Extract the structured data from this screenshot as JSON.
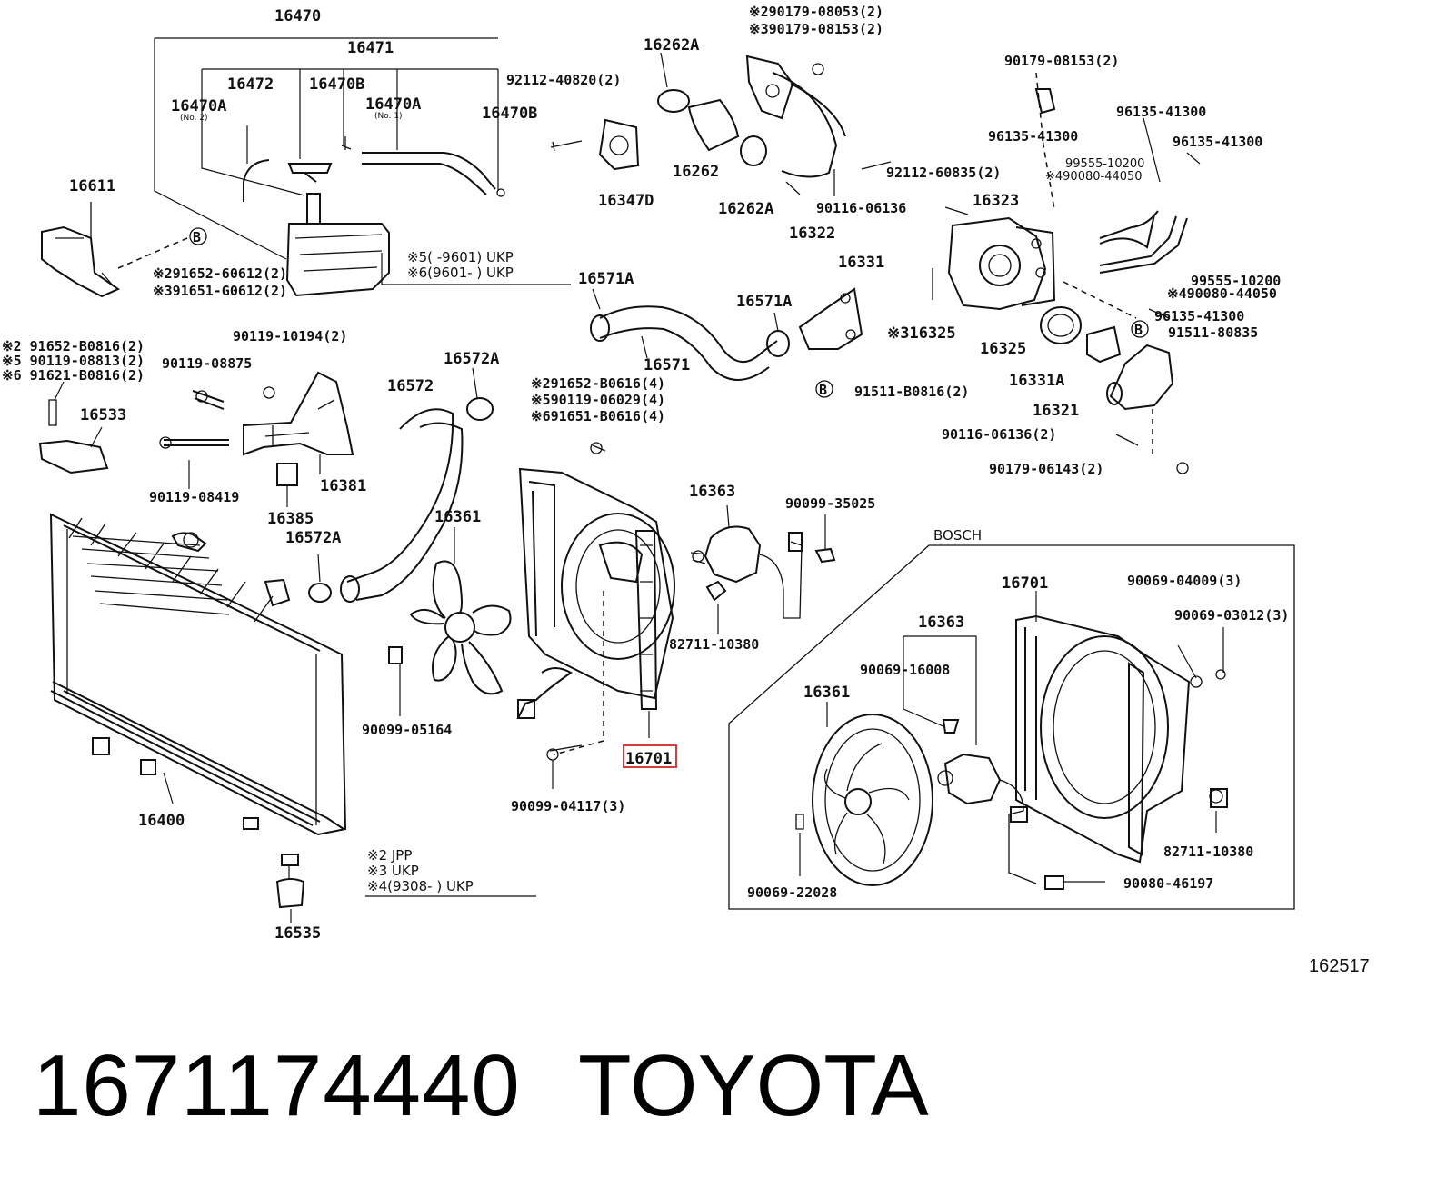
{
  "labels": {
    "l16470": "16470",
    "l16471": "16471",
    "l16472": "16472",
    "l16470B_a": "16470B",
    "l16470A_a": "16470A",
    "l16470A_a_note": "(No. 2)",
    "l16470A_b": "16470A",
    "l16470A_b_note": "(No. 1)",
    "l16470B_b": "16470B",
    "l92112_40820": "92112-40820(2)",
    "l16262A_a": "16262A",
    "l90179_08053": "※290179-08053(2)",
    "l90179_08153_a": "※390179-08153(2)",
    "l16262": "16262",
    "l16347D": "16347D",
    "l16262A_b": "16262A",
    "l90116_06136_a": "90116-06136",
    "l16322": "16322",
    "l92112_60835": "92112-60835(2)",
    "l16323": "16323",
    "l90179_08153_b": "90179-08153(2)",
    "l96135_41300_a": "96135-41300",
    "l96135_41300_b": "96135-41300",
    "l96135_41300_c": "96135-41300",
    "l99555_10200_a": "99555-10200",
    "l90080_44050_a": "※490080-44050",
    "l99555_10200_b": "99555-10200",
    "l90080_44050_b": "※490080-44050",
    "l96135_41300_d": "96135-41300",
    "l91511_80835": "91511-80835",
    "l16611": "16611",
    "l91652_60612": "※291652-60612(2)",
    "l91651_G0612": "※391651-G0612(2)",
    "l_note5": "※5(      -9601) UKP",
    "l_note6": "※6(9601-       ) UKP",
    "l16571A_a": "16571A",
    "l16571A_b": "16571A",
    "l16331": "16331",
    "l16571": "16571",
    "l16325_a": "※316325",
    "l16325_b": "16325",
    "l16331A": "16331A",
    "l91511_B0816": "91511-B0816(2)",
    "l16321": "16321",
    "l90116_06136_b": "90116-06136(2)",
    "l90179_06143": "90179-06143(2)",
    "l91652_B0816": "※2 91652-B0816(2)",
    "l90119_08813": "※5 90119-08813(2)",
    "l91621_B0816": "※6 91621-B0816(2)",
    "l90119_10194": "90119-10194(2)",
    "l90119_08875": "90119-08875",
    "l16572A_a": "16572A",
    "l16572": "16572",
    "l91652_B0616": "※291652-B0616(4)",
    "l90119_06029": "※590119-06029(4)",
    "l91651_B0616": "※691651-B0616(4)",
    "l16533": "16533",
    "l90119_08419": "90119-08419",
    "l16381": "16381",
    "l16385": "16385",
    "l16572A_b": "16572A",
    "l16361_a": "16361",
    "l16363_a": "16363",
    "l90099_35025": "90099-35025",
    "l82711_10380_a": "82711-10380",
    "l90099_05164": "90099-05164",
    "l16701_a": "16701",
    "l90099_04117": "90099-04117(3)",
    "l16400": "16400",
    "l16535": "16535",
    "l_note2": "※2 JPP",
    "l_note3": "※3 UKP",
    "l_note4": "※4(9308-         ) UKP",
    "l_bosch": "BOSCH",
    "l16701_b": "16701",
    "l90069_04009": "90069-04009(3)",
    "l16363_b": "16363",
    "l90069_03012": "90069-03012(3)",
    "l90069_16008": "90069-16008",
    "l16361_b": "16361",
    "l82711_10380_b": "82711-10380",
    "l90069_22028": "90069-22028",
    "l90080_46197": "90080-46197"
  },
  "circle_marks": {
    "b1": "B",
    "b2": "B",
    "b3": "B"
  },
  "diagram_code": "162517",
  "footer": {
    "part_number": "1671174440",
    "brand": "TOYOTA"
  },
  "highlight_color": "#d83a3a"
}
